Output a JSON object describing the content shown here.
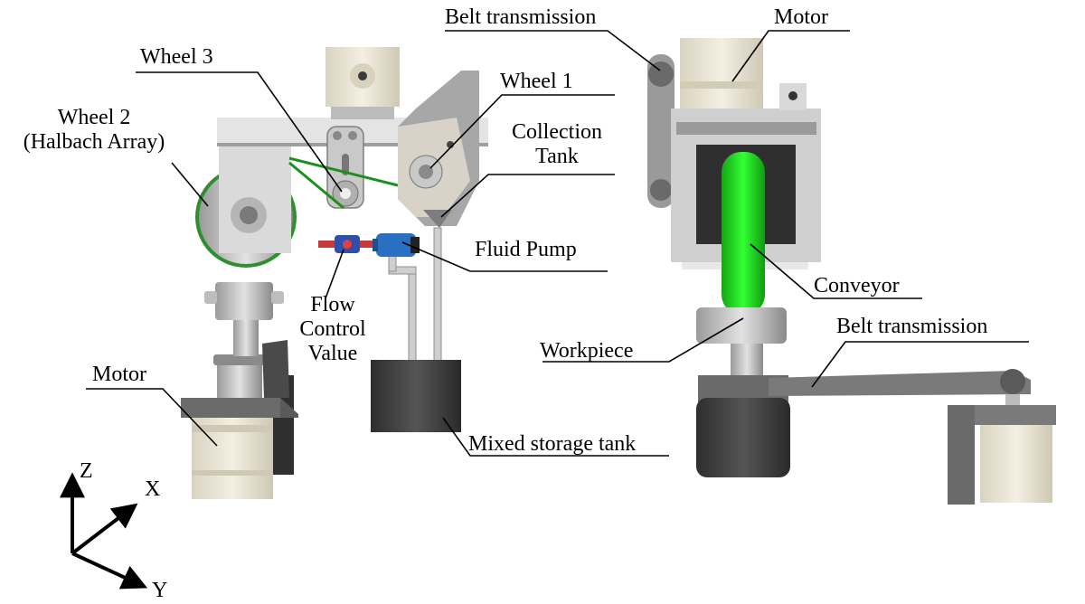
{
  "labels": {
    "belt_transmission_top": "Belt transmission",
    "motor_top": "Motor",
    "wheel3": "Wheel 3",
    "wheel1": "Wheel 1",
    "wheel2_line1": "Wheel 2",
    "wheel2_line2": "(Halbach Array)",
    "collection_line1": "Collection",
    "collection_line2": "Tank",
    "fluid_pump": "Fluid Pump",
    "conveyor": "Conveyor",
    "flow_line1": "Flow",
    "flow_line2": "Control",
    "flow_line3": "Value",
    "belt_transmission_bottom": "Belt transmission",
    "workpiece": "Workpiece",
    "motor_left": "Motor",
    "mixed_tank": "Mixed storage tank"
  },
  "axes": {
    "z": "Z",
    "x": "X",
    "y": "Y"
  },
  "colors": {
    "metal_light": "#d6d6d6",
    "metal_mid": "#a9a9a9",
    "metal_dark": "#5e5e5e",
    "motor_body": "#ece7d6",
    "base_dark": "#3a3a3a",
    "green": "#22dd22",
    "pump_blue": "#2a6fc0",
    "text": "#000000"
  }
}
